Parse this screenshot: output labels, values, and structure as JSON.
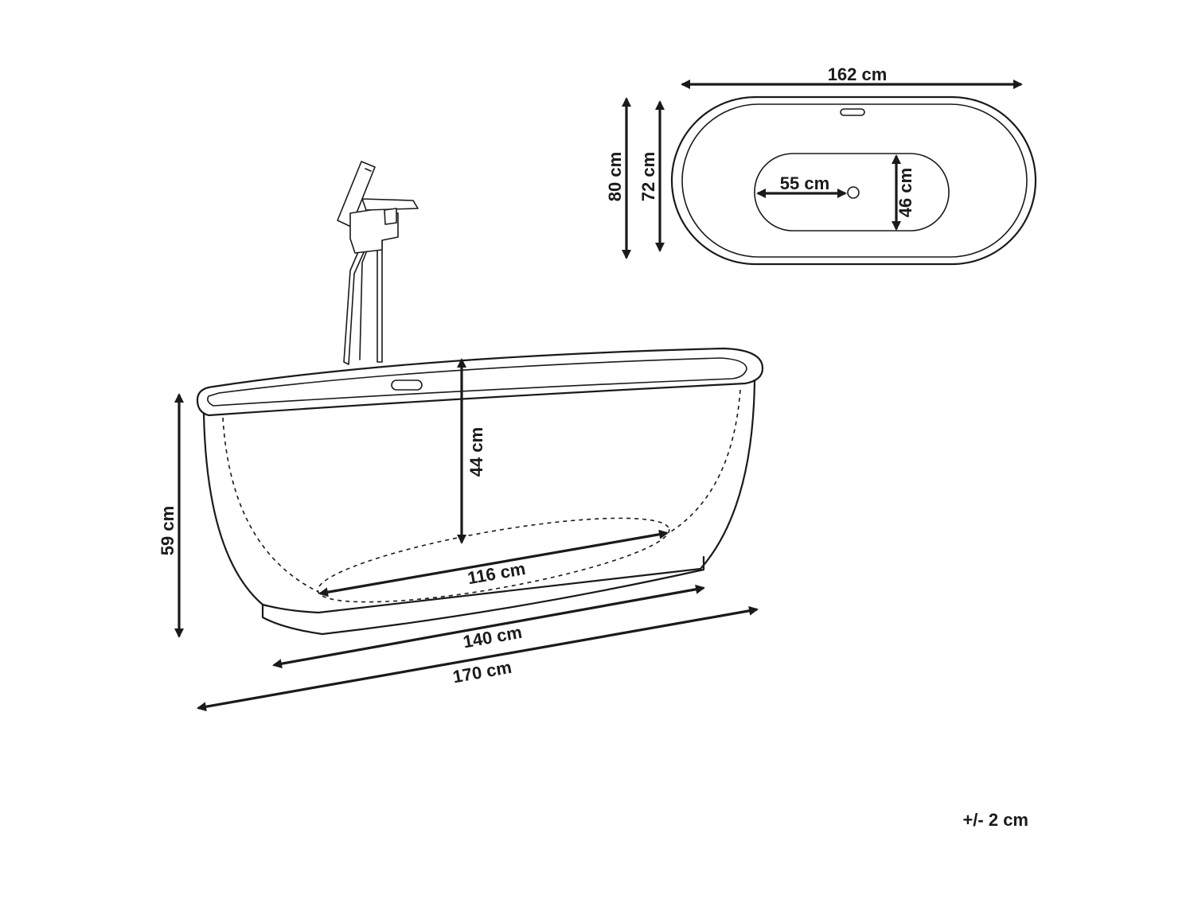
{
  "top_view": {
    "length_outer": "162 cm",
    "width_outer": "80 cm",
    "width_inner": "72 cm",
    "basin_length": "55 cm",
    "basin_width": "46 cm"
  },
  "side_view": {
    "height_total": "59 cm",
    "depth_inner": "44 cm",
    "bottom_length": "116 cm",
    "base_length": "140 cm",
    "overall_length": "170 cm"
  },
  "tolerance": "+/- 2 cm",
  "colors": {
    "line": "#1a1a1a",
    "background": "#ffffff"
  }
}
